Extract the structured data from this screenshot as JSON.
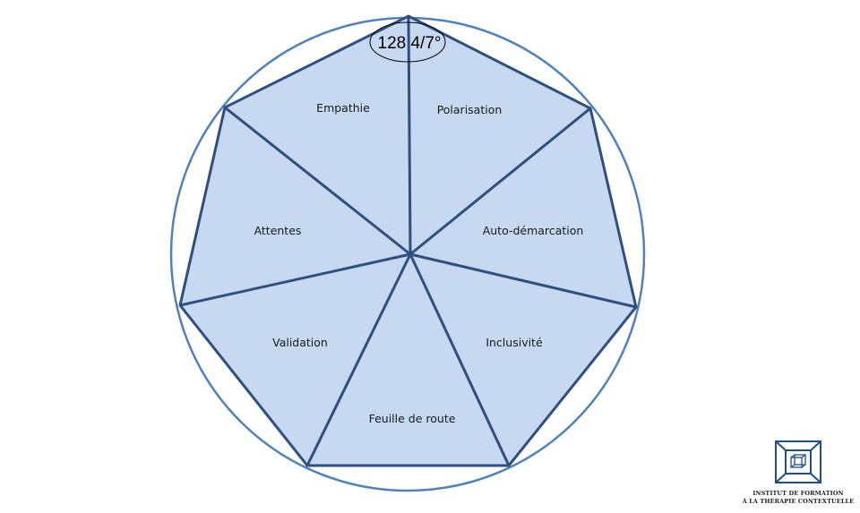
{
  "diagram": {
    "segments": [
      {
        "label": "Empathie"
      },
      {
        "label": "Polarisation"
      },
      {
        "label": "Auto-démarcation"
      },
      {
        "label": "Inclusivité"
      },
      {
        "label": "Feuille de route"
      },
      {
        "label": "Validation"
      },
      {
        "label": "Attentes"
      }
    ],
    "angle_label": "128 4/7°",
    "colors": {
      "fill": "#c6d9f1",
      "edge": "#2f4f7f",
      "circle": "#4f81bd"
    }
  },
  "logo": {
    "line1": "Institut de Formation",
    "line2": "à la Thérapie Contextuelle"
  }
}
